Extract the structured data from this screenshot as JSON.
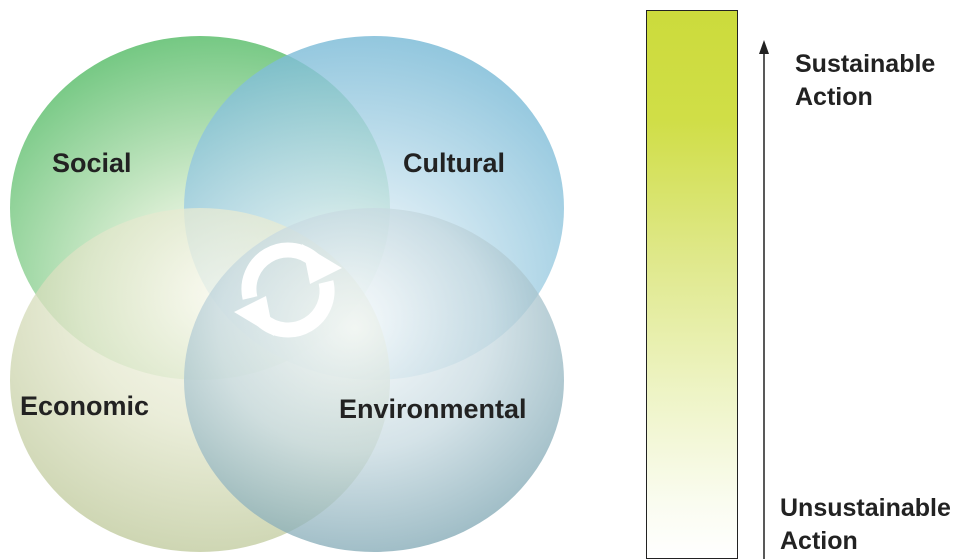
{
  "venn": {
    "circles": [
      {
        "label": "Social",
        "color": "#5bbf6a"
      },
      {
        "label": "Cultural",
        "color": "#78b9d6"
      },
      {
        "label": "Economic",
        "color": "#bcc79a"
      },
      {
        "label": "Environmental",
        "color": "#6b99a8"
      }
    ],
    "center_icon": "refresh-icon"
  },
  "scale": {
    "top_label_line1": "Sustainable",
    "top_label_line2": "Action",
    "bottom_label_line1": "Unsustainable",
    "bottom_label_line2": "Action",
    "gradient_top_color": "#ccdb3c",
    "gradient_bottom_color": "#ffffff",
    "arrow_icon": "arrow-up-icon"
  }
}
